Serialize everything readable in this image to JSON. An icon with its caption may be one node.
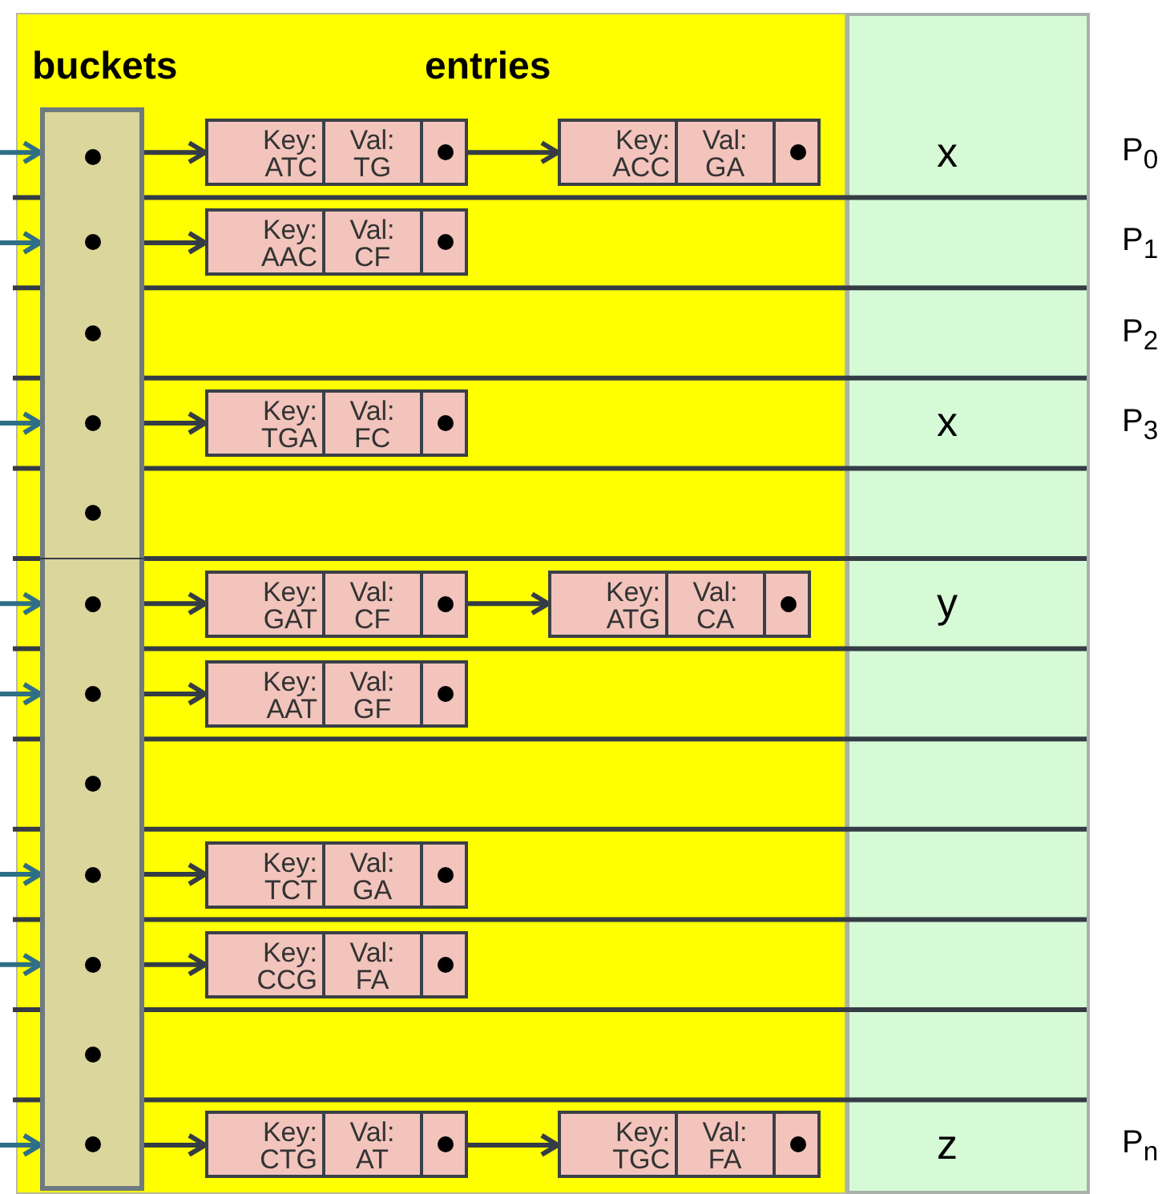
{
  "diagram": {
    "nodes": [
      {
        "text": [],
        "shape": "box"
      },
      {
        "text": [
          "Key: ATC",
          "Val: TG"
        ]
      },
      {
        "text": [
          "Key: ACC",
          "Val: GA"
        ]
      },
      {
        "text": [],
        "shape": "box"
      },
      {
        "text": [
          "Key: AAC",
          "Val: CF"
        ]
      },
      {
        "text": [],
        "shape": "box"
      },
      {
        "text": [],
        "shape": "box"
      },
      {
        "text": [
          "Key: TGA",
          "Val: FC"
        ]
      },
      {
        "text": [],
        "shape": "box"
      },
      {
        "text": [],
        "shape": "box"
      },
      {
        "text": [
          "Key: GAT",
          "Val: CF"
        ]
      },
      {
        "text": [
          "Key: ATG",
          "Val: CA"
        ]
      },
      {
        "text": [],
        "shape": "box"
      },
      {
        "text": [
          "Key: AAT",
          "Val: GF"
        ]
      },
      {
        "text": [],
        "shape": "box"
      },
      {
        "text": [],
        "shape": "box"
      },
      {
        "text": [
          "Key: TCT",
          "Val: GA"
        ]
      },
      {
        "text": [],
        "shape": "box"
      },
      {
        "text": [
          "Key: CCG",
          "Val: FA"
        ]
      },
      {
        "text": [],
        "shape": "box"
      },
      {
        "text": [],
        "shape": "box"
      },
      {
        "text": [
          "Key: CTG",
          "Val: AT"
        ]
      },
      {
        "text": [
          "Key: TGC",
          "Val: FA"
        ]
      }
    ],
    "edges": [
      {
        "from": null,
        "to": 0,
        "arrow": "to",
        "color": "#2e6f86"
      },
      {
        "from": 0,
        "to": 1,
        "arrow": "to"
      },
      {
        "from": 1,
        "to": 2,
        "arrow": "to"
      },
      {
        "from": null,
        "to": 3,
        "arrow": "to",
        "color": "#2e6f86"
      },
      {
        "from": 3,
        "to": 4,
        "arrow": "to"
      },
      {
        "from": null,
        "to": 6,
        "arrow": "to",
        "color": "#2e6f86"
      },
      {
        "from": 6,
        "to": 7,
        "arrow": "to"
      },
      {
        "from": null,
        "to": 9,
        "arrow": "to",
        "color": "#2e6f86"
      },
      {
        "from": 9,
        "to": 10,
        "arrow": "to"
      },
      {
        "from": 10,
        "to": 11,
        "arrow": "to"
      },
      {
        "from": null,
        "to": 12,
        "arrow": "to",
        "color": "#2e6f86"
      },
      {
        "from": 12,
        "to": 13,
        "arrow": "to"
      },
      {
        "from": null,
        "to": 15,
        "arrow": "to",
        "color": "#2e6f86"
      },
      {
        "from": 15,
        "to": 16,
        "arrow": "to"
      },
      {
        "from": null,
        "to": 17,
        "arrow": "to",
        "color": "#2e6f86"
      },
      {
        "from": 17,
        "to": 18,
        "arrow": "to"
      },
      {
        "from": null,
        "to": 20,
        "arrow": "to",
        "color": "#2e6f86"
      },
      {
        "from": 20,
        "to": 21,
        "arrow": "to"
      },
      {
        "from": 21,
        "to": 22,
        "arrow": "to"
      }
    ],
    "labels": [
      "buckets",
      "entries",
      "x",
      "P$_{0}$",
      "P$_{1}$",
      "P$_{2}$",
      "x",
      "P$_{3}$",
      "y",
      "z",
      "P$_{n}$"
    ]
  }
}
